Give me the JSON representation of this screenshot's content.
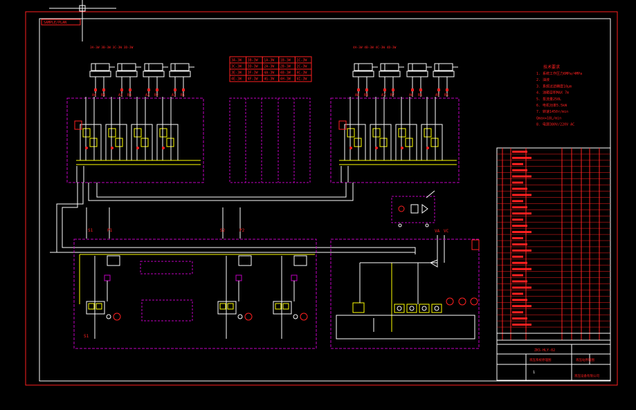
{
  "title_tag": "SAMPLE/PLAN",
  "left_group_header": "3A-3W 3B-3W 3C-3W 3D-3W",
  "right_group_header": "4A-3W 4B-3W 4C-3W 4D-3W",
  "valve_table": [
    [
      "3A-3W",
      "3B-3W",
      "1A-3W",
      "1B-3W",
      "1C-3W"
    ],
    [
      "3C-3W",
      "3D-3W",
      "2A-3W",
      "2B-3W",
      "2C-3W"
    ],
    [
      "3E-3W",
      "3F-3W",
      "4A-3W",
      "4B-3W",
      "4C-3W"
    ],
    [
      "4E-3W",
      "4F-3W",
      "4G-3W",
      "4H-3W",
      "4I-3W"
    ]
  ],
  "left_ports": [
    "A4",
    "B4",
    "A3",
    "B3",
    "A2",
    "B2",
    "A1",
    "B1"
  ],
  "right_ports": [
    "A8",
    "B8",
    "A7",
    "B7",
    "A6",
    "B6",
    "A5",
    "B5"
  ],
  "pipe_labels": [
    "S1",
    "P1",
    "S2",
    "P2",
    "S1",
    "VA",
    "VC"
  ],
  "notes_title": "技术要求",
  "notes": [
    "1. 系统工作压力6MPa/4MPa",
    "2. 油液",
    "3. 系统过滤精度10μm",
    "4. 油箱容积MAX 7m",
    "5. 泵流量250L",
    "6. 电机功率5.5kW",
    "7. 转速1450r/min",
    "   Qmax=18L/min",
    "8. 电源380V/220V AC"
  ],
  "parts_list_rows": 30,
  "title_block": {
    "drawing_no": "ZKS-HLY-02",
    "project": "液压系统原理图",
    "name": "液压站原理图",
    "company": "液压设备有限公司",
    "sheet": "1"
  },
  "colors": {
    "red": "#ff2020",
    "magenta": "#c000c0",
    "yellow": "#ffff00",
    "white": "#ffffff",
    "cyan": "#00ffff"
  }
}
